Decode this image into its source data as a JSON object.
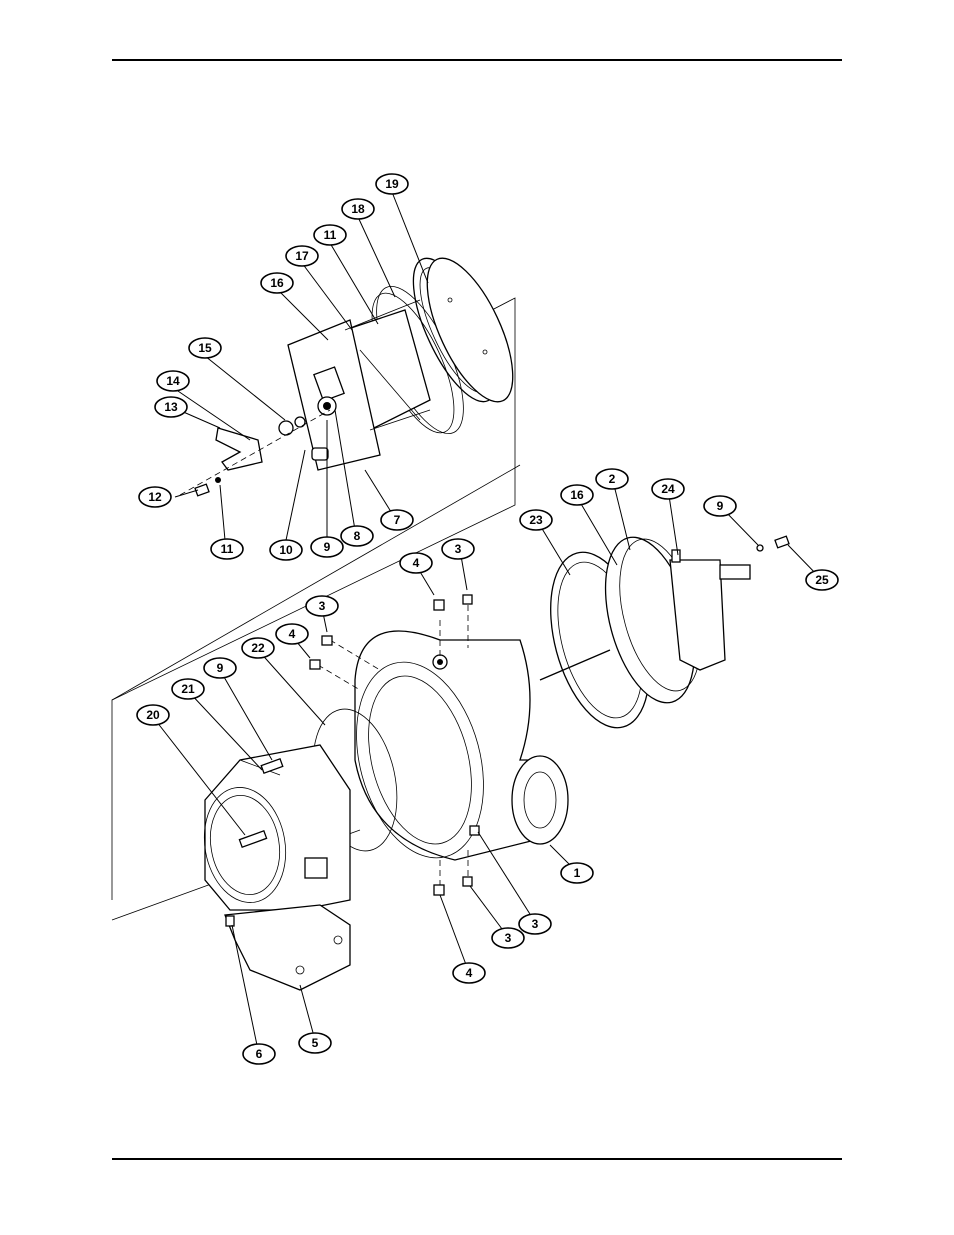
{
  "callouts": [
    {
      "label": "19"
    },
    {
      "label": "18"
    },
    {
      "label": "11"
    },
    {
      "label": "17"
    },
    {
      "label": "16"
    },
    {
      "label": "15"
    },
    {
      "label": "14"
    },
    {
      "label": "13"
    },
    {
      "label": "12"
    },
    {
      "label": "11"
    },
    {
      "label": "10"
    },
    {
      "label": "9"
    },
    {
      "label": "8"
    },
    {
      "label": "7"
    },
    {
      "label": "4"
    },
    {
      "label": "3"
    },
    {
      "label": "3"
    },
    {
      "label": "4"
    },
    {
      "label": "22"
    },
    {
      "label": "9"
    },
    {
      "label": "21"
    },
    {
      "label": "20"
    },
    {
      "label": "23"
    },
    {
      "label": "16"
    },
    {
      "label": "2"
    },
    {
      "label": "24"
    },
    {
      "label": "9"
    },
    {
      "label": "25"
    },
    {
      "label": "1"
    },
    {
      "label": "3"
    },
    {
      "label": "3"
    },
    {
      "label": "4"
    },
    {
      "label": "5"
    },
    {
      "label": "6"
    }
  ]
}
